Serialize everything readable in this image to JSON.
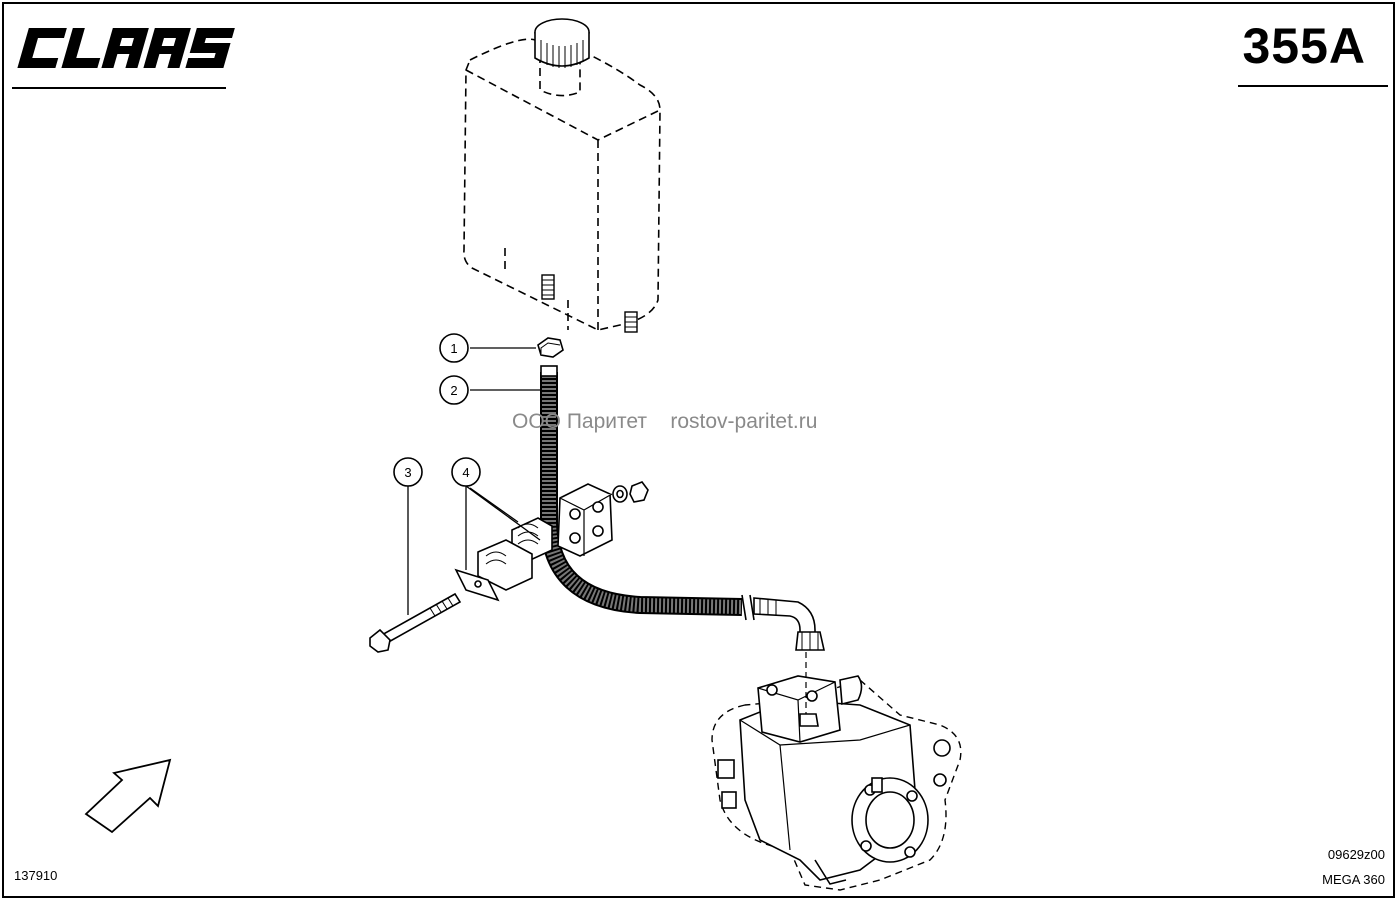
{
  "header": {
    "brand": "CLAAS",
    "page_code": "355A"
  },
  "callouts": [
    {
      "number": "1"
    },
    {
      "number": "2"
    },
    {
      "number": "3"
    },
    {
      "number": "4"
    }
  ],
  "watermark": {
    "company": "ООО Паритет",
    "site": "rostov-paritet.ru"
  },
  "footer": {
    "drawing_number": "137910",
    "image_code": "09629z00",
    "model": "MEGA 360"
  },
  "icons": {
    "brand_logo": "claas-logo-icon",
    "direction_arrow": "arrow-down-left-icon"
  }
}
